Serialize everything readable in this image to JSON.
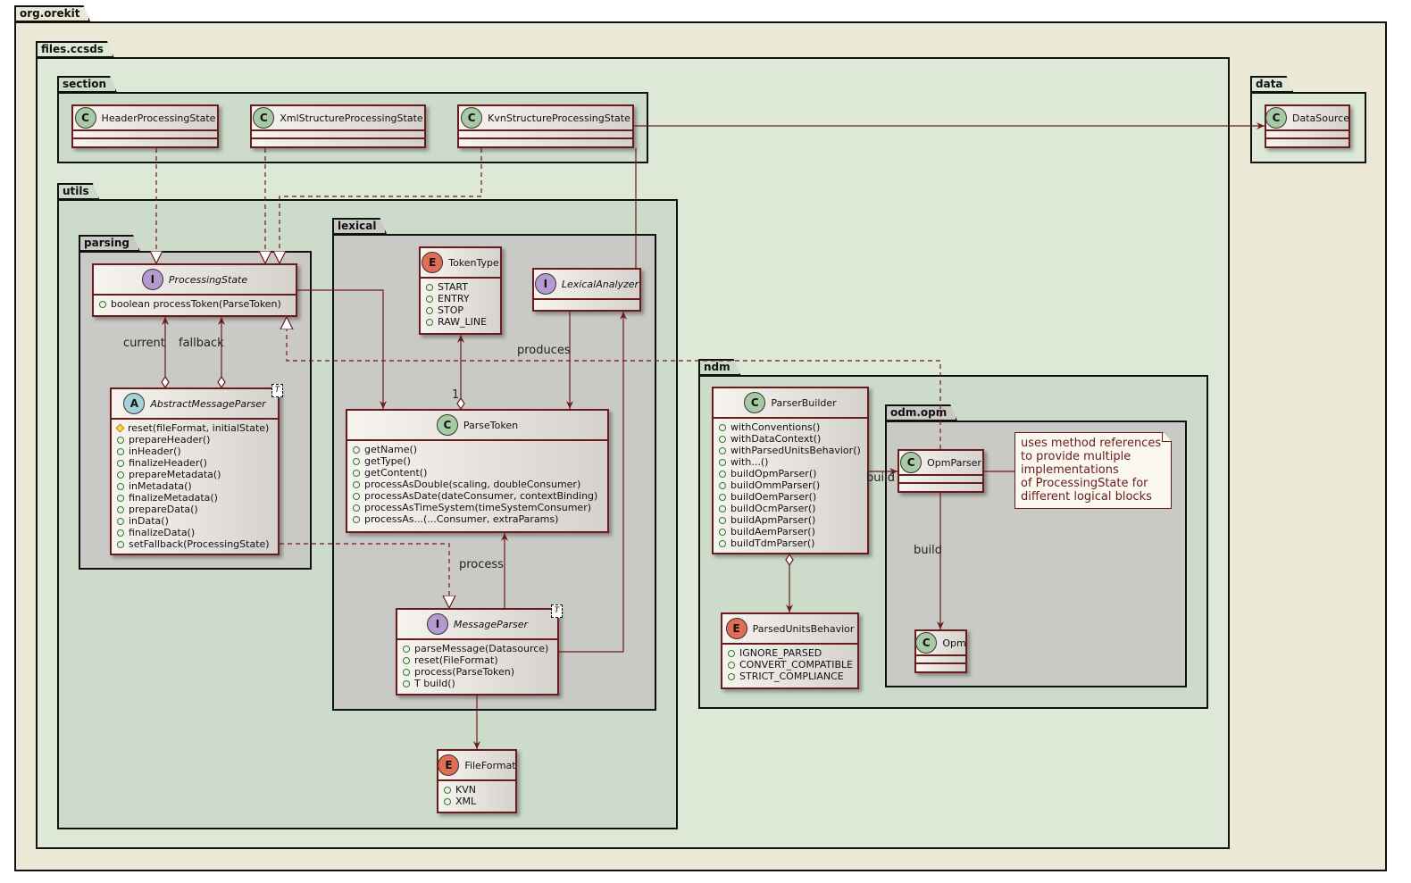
{
  "packages": {
    "org_orekit": "org.orekit",
    "files_ccsds": "files.ccsds",
    "section": "section",
    "utils": "utils",
    "parsing": "parsing",
    "lexical": "lexical",
    "ndm": "ndm",
    "odm_opm": "odm.opm",
    "data": "data"
  },
  "classes": {
    "header_state": {
      "stereotype": "C",
      "name": "HeaderProcessingState"
    },
    "xml_state": {
      "stereotype": "C",
      "name": "XmlStructureProcessingState"
    },
    "kvn_state": {
      "stereotype": "C",
      "name": "KvnStructureProcessingState"
    },
    "data_source": {
      "stereotype": "C",
      "name": "DataSource"
    },
    "processing_state": {
      "stereotype": "I",
      "name": "ProcessingState",
      "members": [
        "boolean processToken(ParseToken)"
      ]
    },
    "abstract_parser": {
      "stereotype": "A",
      "name": "AbstractMessageParser",
      "generic": "T",
      "members": [
        "reset(fileFormat, initialState)",
        "prepareHeader()",
        "inHeader()",
        "finalizeHeader()",
        "prepareMetadata()",
        "inMetadata()",
        "finalizeMetadata()",
        "prepareData()",
        "inData()",
        "finalizeData()",
        "setFallback(ProcessingState)"
      ]
    },
    "token_type": {
      "stereotype": "E",
      "name": "TokenType",
      "members": [
        "START",
        "ENTRY",
        "STOP",
        "RAW_LINE"
      ]
    },
    "lexical_analyzer": {
      "stereotype": "I",
      "name": "LexicalAnalyzer"
    },
    "parse_token": {
      "stereotype": "C",
      "name": "ParseToken",
      "members": [
        "getName()",
        "getType()",
        "getContent()",
        "processAsDouble(scaling, doubleConsumer)",
        "processAsDate(dateConsumer, contextBinding)",
        "processAsTimeSystem(timeSystemConsumer)",
        "processAs...(...Consumer, extraParams)"
      ]
    },
    "message_parser": {
      "stereotype": "I",
      "name": "MessageParser",
      "generic": "T",
      "members": [
        "parseMessage(Datasource)",
        "reset(FileFormat)",
        "process(ParseToken)",
        "T build()"
      ]
    },
    "file_format": {
      "stereotype": "E",
      "name": "FileFormat",
      "members": [
        "KVN",
        "XML"
      ]
    },
    "parser_builder": {
      "stereotype": "C",
      "name": "ParserBuilder",
      "members": [
        "withConventions()",
        "withDataContext()",
        "withParsedUnitsBehavior()",
        "with...()",
        "buildOpmParser()",
        "buildOmmParser()",
        "buildOemParser()",
        "buildOcmParser()",
        "buildApmParser()",
        "buildAemParser()",
        "buildTdmParser()"
      ]
    },
    "parsed_units": {
      "stereotype": "E",
      "name": "ParsedUnitsBehavior",
      "members": [
        "IGNORE_PARSED",
        "CONVERT_COMPATIBLE",
        "STRICT_COMPLIANCE"
      ]
    },
    "opm_parser": {
      "stereotype": "C",
      "name": "OpmParser"
    },
    "opm": {
      "stereotype": "C",
      "name": "Opm"
    }
  },
  "labels": {
    "current": "current",
    "fallback": "fallback",
    "produces": "produces",
    "one": "1",
    "process": "process",
    "build_builder": "build",
    "build_opm": "build"
  },
  "note": {
    "lines": [
      "uses method references",
      "to provide multiple",
      "implementations",
      "of ProcessingState for",
      "different logical blocks"
    ]
  },
  "colors": {
    "outer_bg": "#ece8d6",
    "ccsds_bg": "#dde8d7",
    "utils_bg": "#ccdbca",
    "inner_bg": "#c9c9c5",
    "wire": "#6a1b1b"
  }
}
